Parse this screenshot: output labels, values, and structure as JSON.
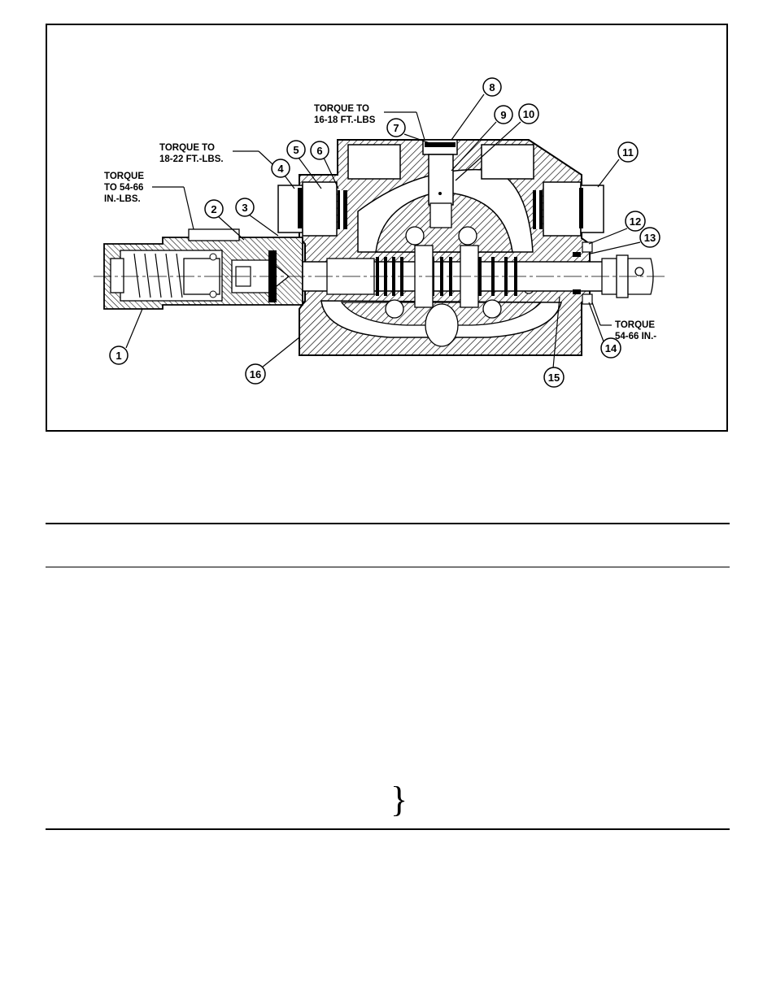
{
  "callouts": [
    "1",
    "2",
    "3",
    "4",
    "5",
    "6",
    "7",
    "8",
    "9",
    "10",
    "11",
    "12",
    "13",
    "14",
    "15",
    "16"
  ],
  "torque_notes": {
    "t1_line1": "TORQUE",
    "t1_line2": "TO 54-66",
    "t1_line3": "IN.-LBS.",
    "t2_line1": "TORQUE TO",
    "t2_line2": "18-22 FT.-LBS.",
    "t3_line1": "TORQUE TO",
    "t3_line2": "16-18 FT.-LBS",
    "t4_line1": "TORQUE",
    "t4_line2": "54-66 IN.-"
  },
  "brace_symbol": "}"
}
